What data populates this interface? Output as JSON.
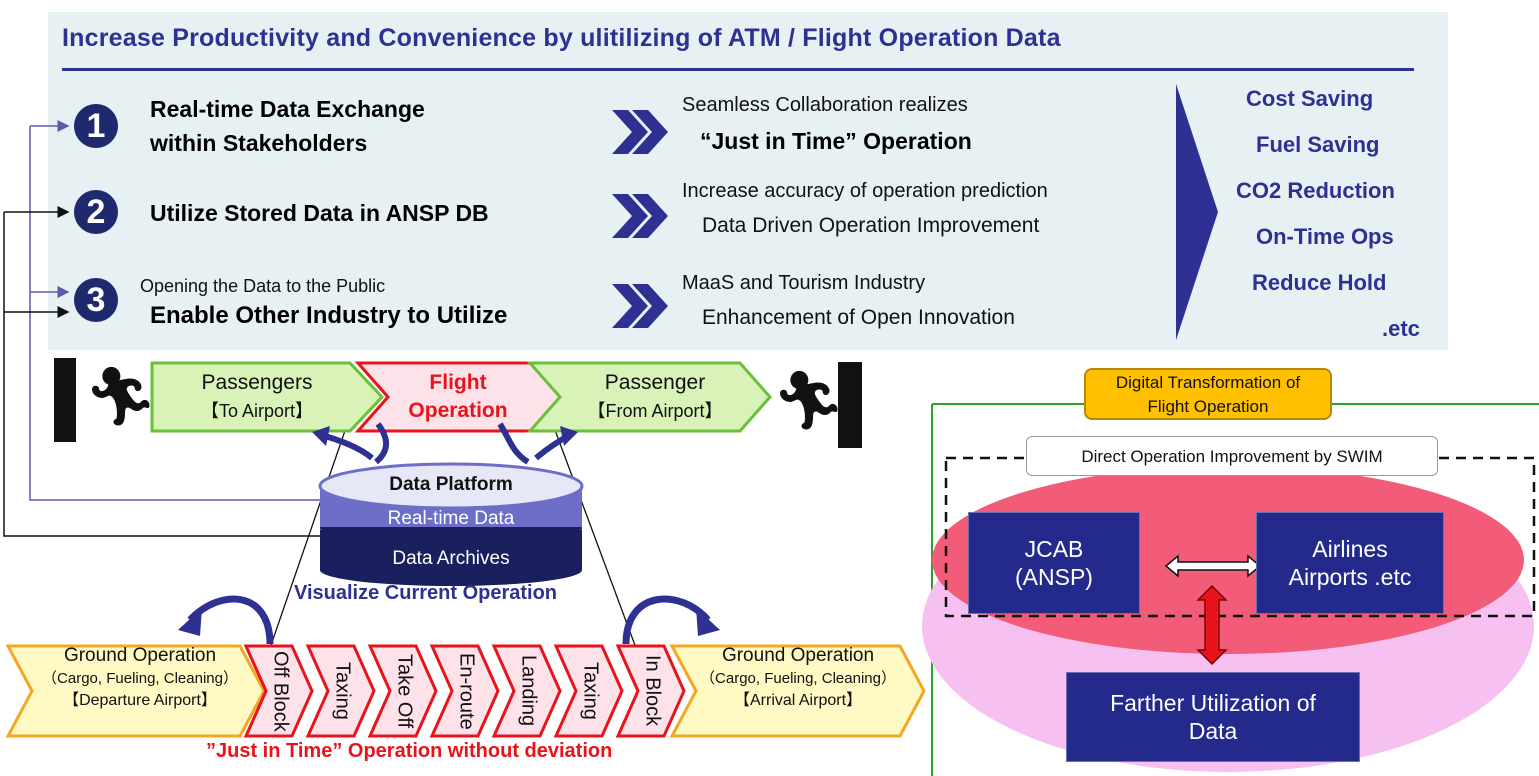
{
  "header": {
    "title": "Increase Productivity and Convenience by ulitilizing of ATM / Flight Operation Data"
  },
  "items": [
    {
      "num": "1",
      "line1": "Real-time Data Exchange",
      "line2": "within Stakeholders",
      "effect1": "Seamless Collaboration realizes",
      "effect2": "“Just in Time” Operation"
    },
    {
      "num": "2",
      "line1": "Utilize Stored Data in ANSP DB",
      "effect1": "Increase accuracy of operation prediction",
      "effect2": "Data Driven Operation Improvement"
    },
    {
      "num": "3",
      "sub": "Opening the Data to the Public",
      "line1": "Enable Other Industry to Utilize",
      "effect1": "MaaS and Tourism Industry",
      "effect2": "Enhancement of Open Innovation"
    }
  ],
  "results": [
    "Cost Saving",
    "Fuel Saving",
    "CO2 Reduction",
    "On-Time Ops",
    "Reduce Hold",
    ".etc"
  ],
  "journey": {
    "passengers_to": {
      "line1": "Passengers",
      "line2": "【To Airport】"
    },
    "flight": {
      "line1": "Flight",
      "line2": "Operation"
    },
    "passenger_from": {
      "line1": "Passenger",
      "line2": "【From Airport】"
    }
  },
  "platform": {
    "title": "Data Platform",
    "realtime": "Real-time Data",
    "archives": "Data Archives"
  },
  "visualize": "Visualize Current Operation",
  "ground_dep": {
    "line1": "Ground Operation",
    "line2": "（Cargo, Fueling, Cleaning）",
    "line3": "【Departure Airport】"
  },
  "ground_arr": {
    "line1": "Ground Operation",
    "line2": "（Cargo, Fueling, Cleaning）",
    "line3": "【Arrival Airport】"
  },
  "phases": [
    "Off Block",
    "Taxing",
    "Take Off",
    "En-route",
    "Landing",
    "Taxing",
    "In Block"
  ],
  "jit_caption": "”Just in Time” Operation without deviation",
  "dx": {
    "title1": "Digital Transformation of",
    "title2": "Flight Operation",
    "swim": "Direct Operation Improvement by SWIM",
    "jcab1": "JCAB",
    "jcab2": "(ANSP)",
    "airlines1": "Airlines",
    "airlines2": "Airports .etc",
    "further1": "Farther Utilization of",
    "further2": "Data"
  },
  "icons": [
    "chevron-double-right-icon",
    "runner-icon",
    "door-icon",
    "curved-arrow-icon",
    "double-arrow-icon"
  ],
  "colors": {
    "navy": "#2e3192",
    "dark_navy": "#1f2a6e",
    "green_fill": "#d8f2b8",
    "pink_fill": "#fde2ea",
    "yellow_fill": "#fff9c4",
    "red": "#e8131b",
    "orange": "#f5a623",
    "panel": "#e7f1f4"
  }
}
